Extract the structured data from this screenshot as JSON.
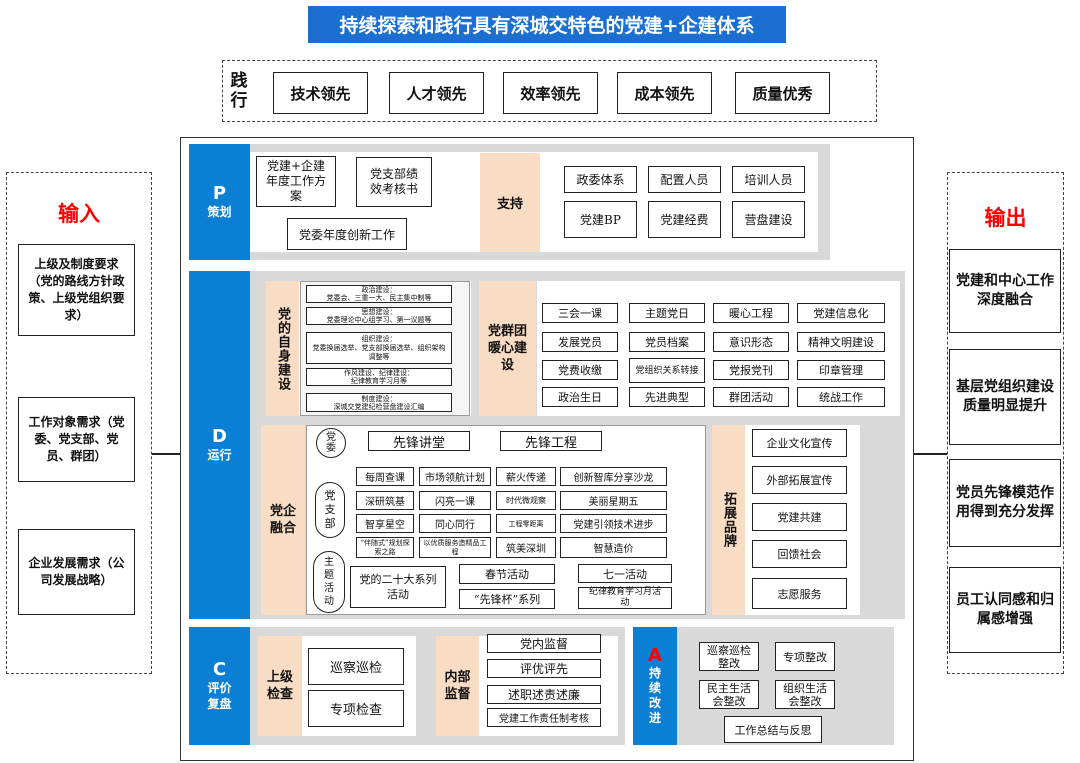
{
  "title": "持续探索和践行具有深城交特色的党建+企建体系",
  "practice": {
    "label": "践行",
    "items": [
      "技术领先",
      "人才领先",
      "效率领先",
      "成本领先",
      "质量优秀"
    ]
  },
  "input": {
    "title": "输入",
    "items": [
      "上级及制度要求（党的路线方针政策、上级党组织要求）",
      "工作对象需求（党委、党支部、党员、群团）",
      "企业发展需求（公司发展战略）"
    ]
  },
  "output": {
    "title": "输出",
    "items": [
      "党建和中心工作深度融合",
      "基层党组织建设质量明显提升",
      "党员先锋模范作用得到充分发挥",
      "员工认同感和归属感增强"
    ]
  },
  "plan": {
    "letter": "P",
    "name": "策划",
    "docs": [
      "党建+企建年度工作方案",
      "党支部绩效考核书",
      "党委年度创新工作"
    ],
    "support": {
      "label": "支持",
      "items": [
        "政委体系",
        "配置人员",
        "培训人员",
        "党建BP",
        "党建经费",
        "营盘建设"
      ]
    }
  },
  "do": {
    "letter": "D",
    "name": "运行",
    "self_build": {
      "label": "党的自身建设",
      "items": [
        {
          "title": "政治建设：",
          "body": "党委会、三重一大、民主集中制等"
        },
        {
          "title": "思想建设：",
          "body": "党委理论中心组学习、第一议题等"
        },
        {
          "title": "组织建设：",
          "body": "党委换届选举、党支部换届选举、组织架构调整等"
        },
        {
          "title": "作风建设、纪律建设：",
          "body": "纪律教育学习月等"
        },
        {
          "title": "制度建设：",
          "body": "深城交党建纪检营盘建设汇编"
        }
      ]
    },
    "mass": {
      "label": "党群团暖心建设",
      "items": [
        "三会一课",
        "主题党日",
        "暖心工程",
        "党建信息化",
        "发展党员",
        "党员档案",
        "意识形态",
        "精神文明建设",
        "党费收缴",
        "党组织关系转接",
        "党报党刊",
        "印章管理",
        "政治生日",
        "先进典型",
        "群团活动",
        "统战工作"
      ]
    },
    "fusion": {
      "label": "党企融合",
      "committee": {
        "label": "党委",
        "items": [
          "先锋讲堂",
          "先锋工程"
        ]
      },
      "branch": {
        "label": "党支部",
        "items": [
          "每周查课",
          "市场领航计划",
          "薪火传递",
          "创新智库分享沙龙",
          "深研筑基",
          "闪亮一课",
          "时代微观察",
          "美丽星期五",
          "智享星空",
          "同心同行",
          "工程零距离",
          "党建引领技术进步",
          "“伴随式”规划探索之路",
          "以优质服务造精品工程",
          "筑美深圳",
          "智慧造价"
        ]
      },
      "theme": {
        "label": "主题活动",
        "items": [
          "党的二十大系列活动",
          "春节活动",
          "“先锋杯”系列",
          "七一活动",
          "纪律教育学习月活动"
        ]
      }
    },
    "brand": {
      "label": "拓展品牌",
      "items": [
        "企业文化宣传",
        "外部拓展宣传",
        "党建共建",
        "回馈社会",
        "志愿服务"
      ]
    }
  },
  "check": {
    "letter": "C",
    "name": "评价复盘",
    "upper": {
      "label": "上级检查",
      "items": [
        "巡察巡检",
        "专项检查"
      ]
    },
    "internal": {
      "label": "内部监督",
      "items": [
        "党内监督",
        "评优评先",
        "述职述责述廉",
        "党建工作责任制考核"
      ]
    }
  },
  "act": {
    "letter": "A",
    "name": "持续改进",
    "items": [
      "巡察巡检整改",
      "专项整改",
      "民主生活会整改",
      "组织生活会整改",
      "工作总结与反思"
    ]
  },
  "colors": {
    "blue": "#0a7fd4",
    "gray": "#d9d9d9",
    "peach": "#f8dcc4",
    "red": "#ff0000",
    "title_bg": "#1b6fd0"
  }
}
